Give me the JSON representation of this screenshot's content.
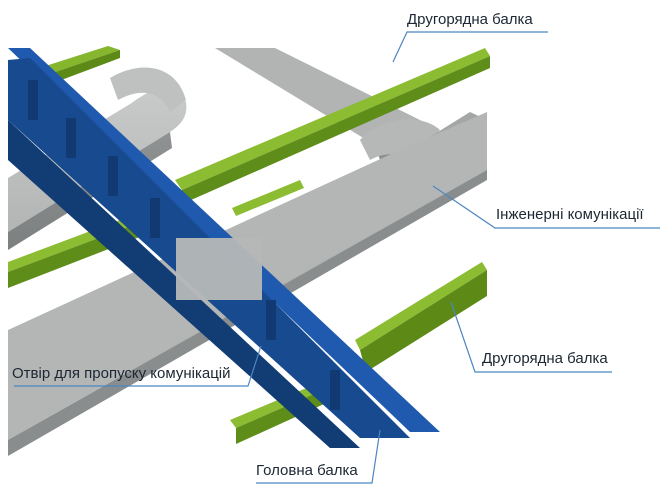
{
  "labels": {
    "secondary_beam_top": "Другорядна балка",
    "utilities": "Інженерні комунікації",
    "secondary_beam_right": "Другорядна балка",
    "opening": "Отвір для пропуску комунікацій",
    "main_beam": "Головна балка"
  },
  "colors": {
    "main_beam": "#1d4f9c",
    "secondary_beam": "#7fae2a",
    "utilities_duct": "#a9abab",
    "leader_line": "#4c86c2",
    "label_text": "#1c2733"
  }
}
